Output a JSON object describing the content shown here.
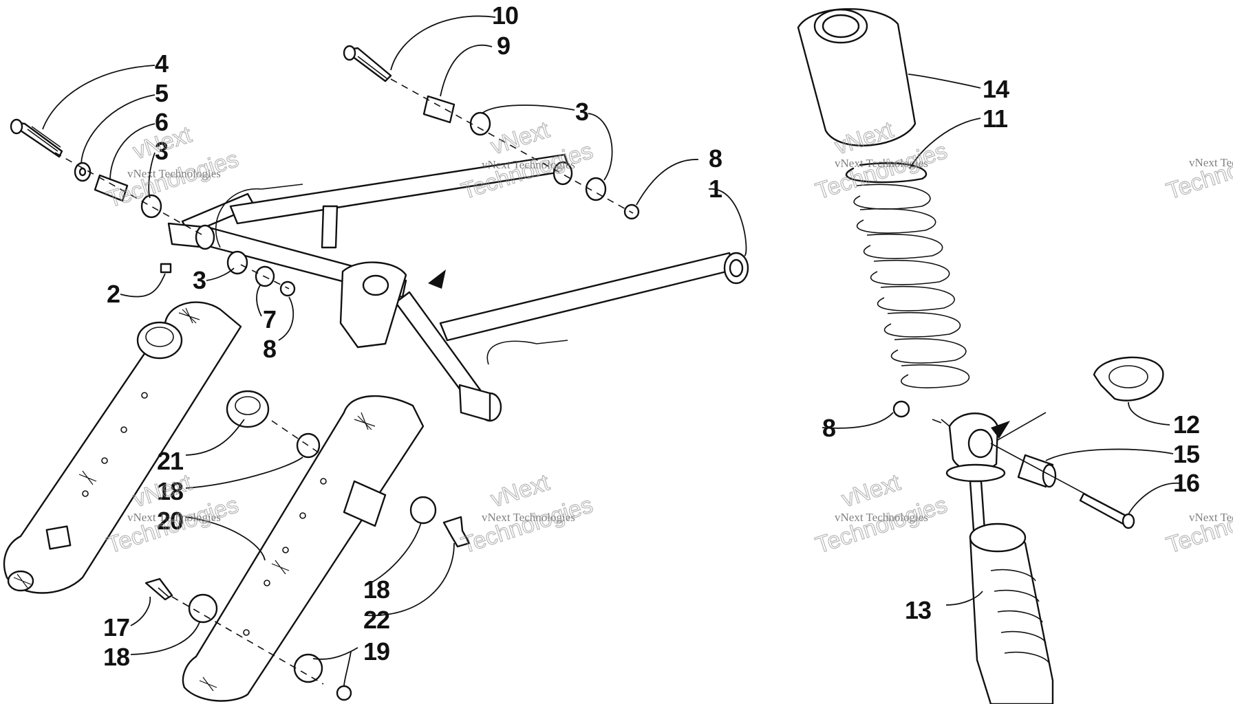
{
  "watermark": {
    "text_short": "vNext Technologies",
    "text_long": "Technologies",
    "text_top": "vNext"
  },
  "callouts": {
    "c1": "1",
    "c2": "2",
    "c3a": "3",
    "c3b": "3",
    "c3c": "3",
    "c4": "4",
    "c5": "5",
    "c6": "6",
    "c7": "7",
    "c8a": "8",
    "c8b": "8",
    "c8c": "8",
    "c9": "9",
    "c10": "10",
    "c11": "11",
    "c12": "12",
    "c13": "13",
    "c14": "14",
    "c15": "15",
    "c16": "16",
    "c17": "17",
    "c18a": "18",
    "c18b": "18",
    "c18c": "18",
    "c19": "19",
    "c20": "20",
    "c21": "21",
    "c22": "22"
  }
}
